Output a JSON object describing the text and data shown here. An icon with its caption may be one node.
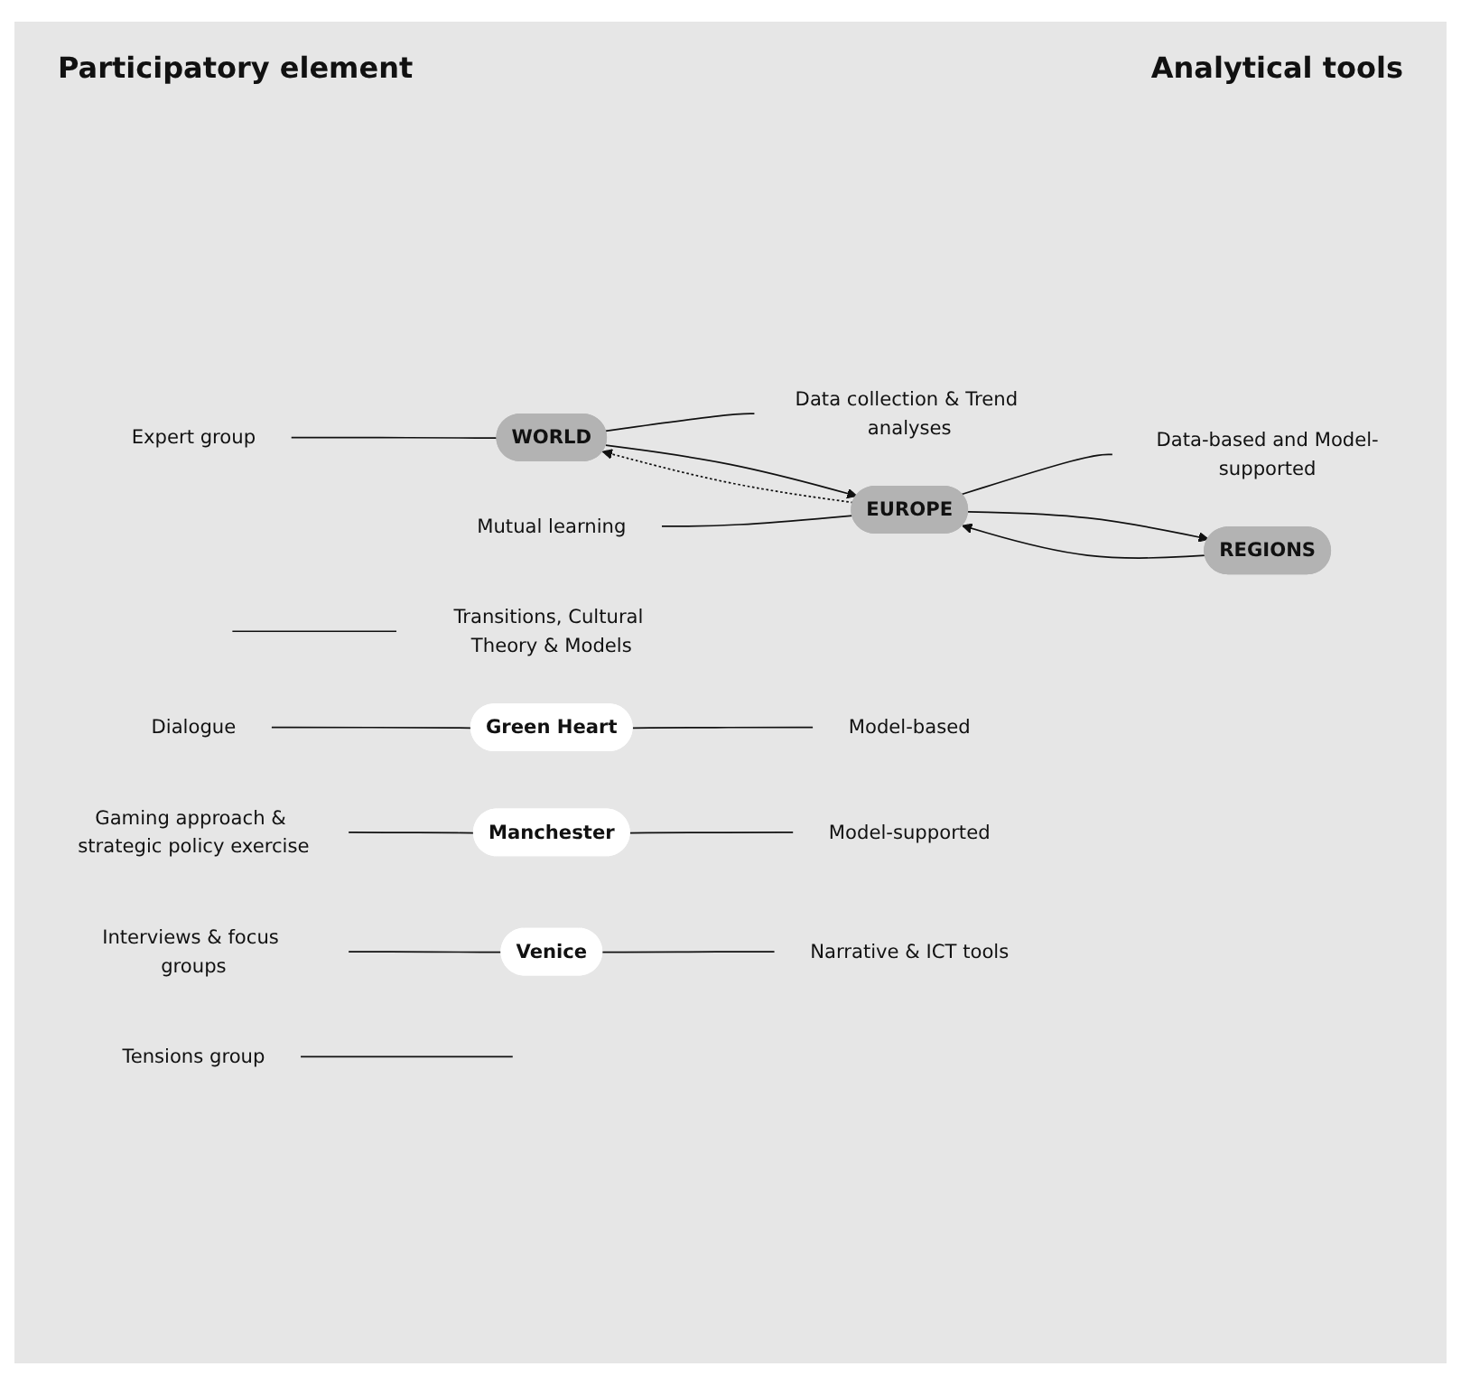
{
  "diagram": {
    "nodes": [
      {
        "text": [
          "Expert group"
        ]
      },
      {
        "text": [
          "WORLD"
        ]
      },
      {
        "text": [
          "Data collection & Trend analyses"
        ]
      },
      {
        "text": [
          "Mutual learning"
        ]
      },
      {
        "text": [
          "EUROPE"
        ]
      },
      {
        "text": [
          "Data-based and Model-supported"
        ]
      },
      {
        "text": [
          "Tensions group"
        ]
      },
      {
        "text": [
          "Transitions, Cultural Theory & Models"
        ]
      },
      {
        "text": [
          "REGIONS"
        ]
      },
      {
        "text": [
          "Dialogue"
        ]
      },
      {
        "text": [
          "Green Heart"
        ]
      },
      {
        "text": [
          "Model-based"
        ]
      },
      {
        "text": [
          "Gaming approach & strategic policy exercise"
        ]
      },
      {
        "text": [
          "Manchester"
        ]
      },
      {
        "text": [
          "Model-supported"
        ]
      },
      {
        "text": [
          "Interviews & focus groups"
        ]
      },
      {
        "text": [
          "Venice"
        ]
      },
      {
        "text": [
          "Narrative & ICT tools"
        ]
      }
    ],
    "edges": [
      {
        "from": 0,
        "to": 1,
        "arrow": "none"
      },
      {
        "from": 1,
        "to": 2,
        "arrow": "none"
      },
      {
        "from": 1,
        "to": 4,
        "arrow": "to"
      },
      {
        "from": 4,
        "to": 1,
        "arrow": "to",
        "style": "dashed"
      },
      {
        "from": 3,
        "to": 4,
        "arrow": "none"
      },
      {
        "from": 4,
        "to": 5,
        "arrow": "none"
      },
      {
        "from": 4,
        "to": 8,
        "arrow": "to"
      },
      {
        "from": 8,
        "to": 4,
        "arrow": "to"
      },
      {
        "from": 6,
        "to": null,
        "arrow": "none"
      },
      {
        "from": 7,
        "to": null,
        "arrow": "none"
      },
      {
        "from": 9,
        "to": 10,
        "arrow": "none"
      },
      {
        "from": 10,
        "to": 11,
        "arrow": "none"
      },
      {
        "from": 12,
        "to": 13,
        "arrow": "none"
      },
      {
        "from": 13,
        "to": 14,
        "arrow": "none"
      },
      {
        "from": 15,
        "to": 16,
        "arrow": "none"
      },
      {
        "from": 16,
        "to": 17,
        "arrow": "none"
      }
    ],
    "labels": [
      "Participatory element",
      "Analytical tools"
    ]
  }
}
